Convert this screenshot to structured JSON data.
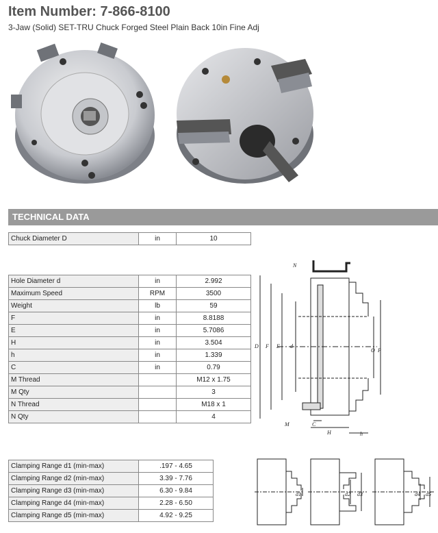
{
  "header": {
    "title": "Item Number: 7-866-8100",
    "subtitle": "3-Jaw (Solid) SET-TRU Chuck Forged Steel Plain Back 10in Fine Adj"
  },
  "section_title": "TECHNICAL DATA",
  "chuck_diameter": {
    "label": "Chuck Diameter D",
    "unit": "in",
    "value": "10"
  },
  "specs": [
    {
      "label": "Hole Diameter d",
      "unit": "in",
      "value": "2.992"
    },
    {
      "label": "Maximum Speed",
      "unit": "RPM",
      "value": "3500"
    },
    {
      "label": "Weight",
      "unit": "lb",
      "value": "59"
    },
    {
      "label": "F",
      "unit": "in",
      "value": "8.8188"
    },
    {
      "label": "E",
      "unit": "in",
      "value": "5.7086"
    },
    {
      "label": "H",
      "unit": "in",
      "value": "3.504"
    },
    {
      "label": "h",
      "unit": "in",
      "value": "1.339"
    },
    {
      "label": "C",
      "unit": "in",
      "value": "0.79"
    },
    {
      "label": "M Thread",
      "unit": "",
      "value": "M12 x 1.75"
    },
    {
      "label": "M Qty",
      "unit": "",
      "value": "3"
    },
    {
      "label": "N Thread",
      "unit": "",
      "value": "M18 x 1"
    },
    {
      "label": "N Qty",
      "unit": "",
      "value": "4"
    }
  ],
  "clamping": [
    {
      "label": "Clamping Range d1 (min-max)",
      "value": ".197 - 4.65"
    },
    {
      "label": "Clamping Range d2 (min-max)",
      "value": "3.39 - 7.76"
    },
    {
      "label": "Clamping Range d3 (min-max)",
      "value": "6.30 - 9.84"
    },
    {
      "label": "Clamping Range d4 (min-max)",
      "value": "2.28 - 6.50"
    },
    {
      "label": "Clamping Range d5 (min-max)",
      "value": "4.92 - 9.25"
    }
  ],
  "diagram_labels": {
    "N": "N",
    "D": "D",
    "F": "F",
    "E": "E",
    "d": "d",
    "O": "O",
    "P": "P",
    "M": "M",
    "C": "C",
    "H": "H",
    "h": "h",
    "d1": "d1",
    "d2": "d2",
    "d3": "d3",
    "d4": "d4",
    "d5": "d5"
  }
}
